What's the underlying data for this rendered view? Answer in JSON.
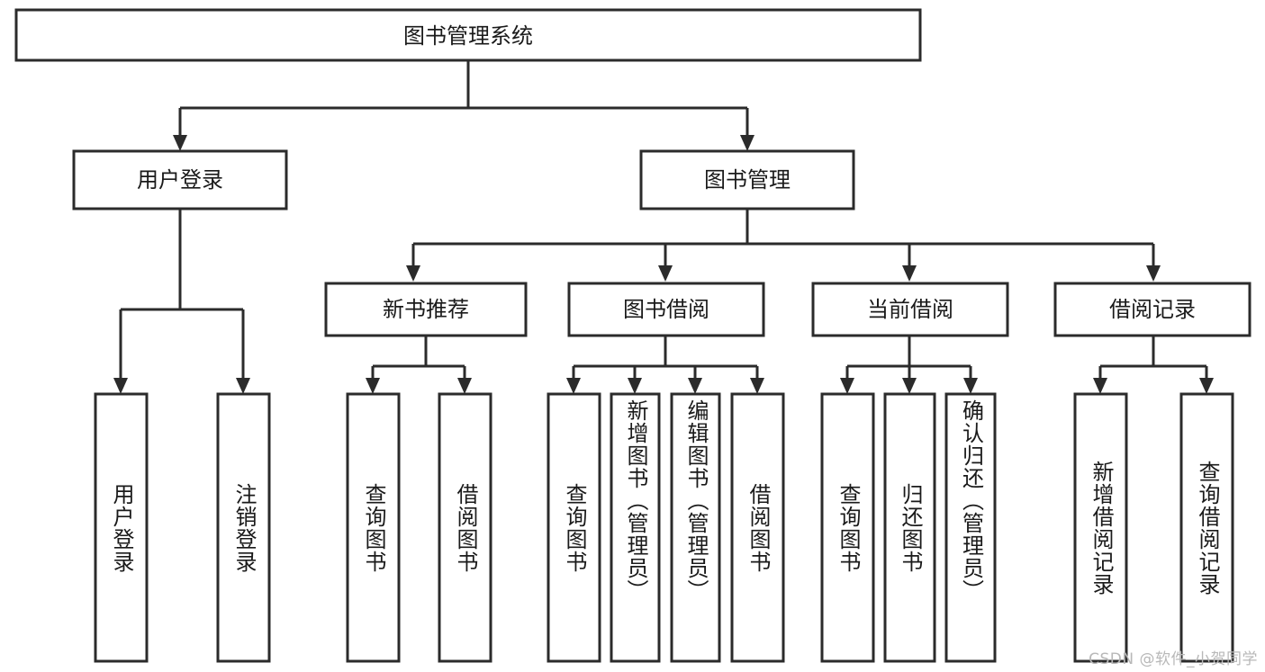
{
  "diagram": {
    "title": "图书管理系统",
    "watermark": "CSDN @软件_小贺同学",
    "colors": {
      "stroke": "#2b2b2b",
      "fill": "#ffffff",
      "text": "#1a1a1a",
      "watermark": "#b8b8b8"
    },
    "nodes": {
      "root": {
        "label": "图书管理系统"
      },
      "level2": [
        {
          "id": "user-login",
          "label": "用户登录"
        },
        {
          "id": "book-manage",
          "label": "图书管理"
        }
      ],
      "level3": [
        {
          "id": "new-book-rec",
          "label": "新书推荐"
        },
        {
          "id": "book-borrow",
          "label": "图书借阅"
        },
        {
          "id": "current-borrow",
          "label": "当前借阅"
        },
        {
          "id": "borrow-record",
          "label": "借阅记录"
        }
      ],
      "leaves": [
        {
          "id": "leaf-user-login",
          "label": "用户登录",
          "parent": "user-login"
        },
        {
          "id": "leaf-logout",
          "label": "注销登录",
          "parent": "user-login"
        },
        {
          "id": "leaf-query-book-1",
          "label": "查询图书",
          "parent": "new-book-rec"
        },
        {
          "id": "leaf-borrow-book-1",
          "label": "借阅图书",
          "parent": "new-book-rec"
        },
        {
          "id": "leaf-query-book-2",
          "label": "查询图书",
          "parent": "book-borrow"
        },
        {
          "id": "leaf-add-book",
          "label": "新增图书（管理员）",
          "parent": "book-borrow"
        },
        {
          "id": "leaf-edit-book",
          "label": "编辑图书（管理员）",
          "parent": "book-borrow"
        },
        {
          "id": "leaf-borrow-book-2",
          "label": "借阅图书",
          "parent": "book-borrow"
        },
        {
          "id": "leaf-query-book-3",
          "label": "查询图书",
          "parent": "current-borrow"
        },
        {
          "id": "leaf-return-book",
          "label": "归还图书",
          "parent": "current-borrow"
        },
        {
          "id": "leaf-confirm-return",
          "label": "确认归还（管理员）",
          "parent": "current-borrow"
        },
        {
          "id": "leaf-add-record",
          "label": "新增借阅记录",
          "parent": "borrow-record"
        },
        {
          "id": "leaf-query-record",
          "label": "查询借阅记录",
          "parent": "borrow-record"
        }
      ]
    },
    "chart_data": {
      "type": "tree-diagram",
      "title": "图书管理系统",
      "root": "图书管理系统",
      "hierarchy": [
        {
          "name": "用户登录",
          "children": [
            "用户登录",
            "注销登录"
          ]
        },
        {
          "name": "图书管理",
          "children": [
            {
              "name": "新书推荐",
              "children": [
                "查询图书",
                "借阅图书"
              ]
            },
            {
              "name": "图书借阅",
              "children": [
                "查询图书",
                "新增图书（管理员）",
                "编辑图书（管理员）",
                "借阅图书"
              ]
            },
            {
              "name": "当前借阅",
              "children": [
                "查询图书",
                "归还图书",
                "确认归还（管理员）"
              ]
            },
            {
              "name": "借阅记录",
              "children": [
                "新增借阅记录",
                "查询借阅记录"
              ]
            }
          ]
        }
      ]
    }
  }
}
